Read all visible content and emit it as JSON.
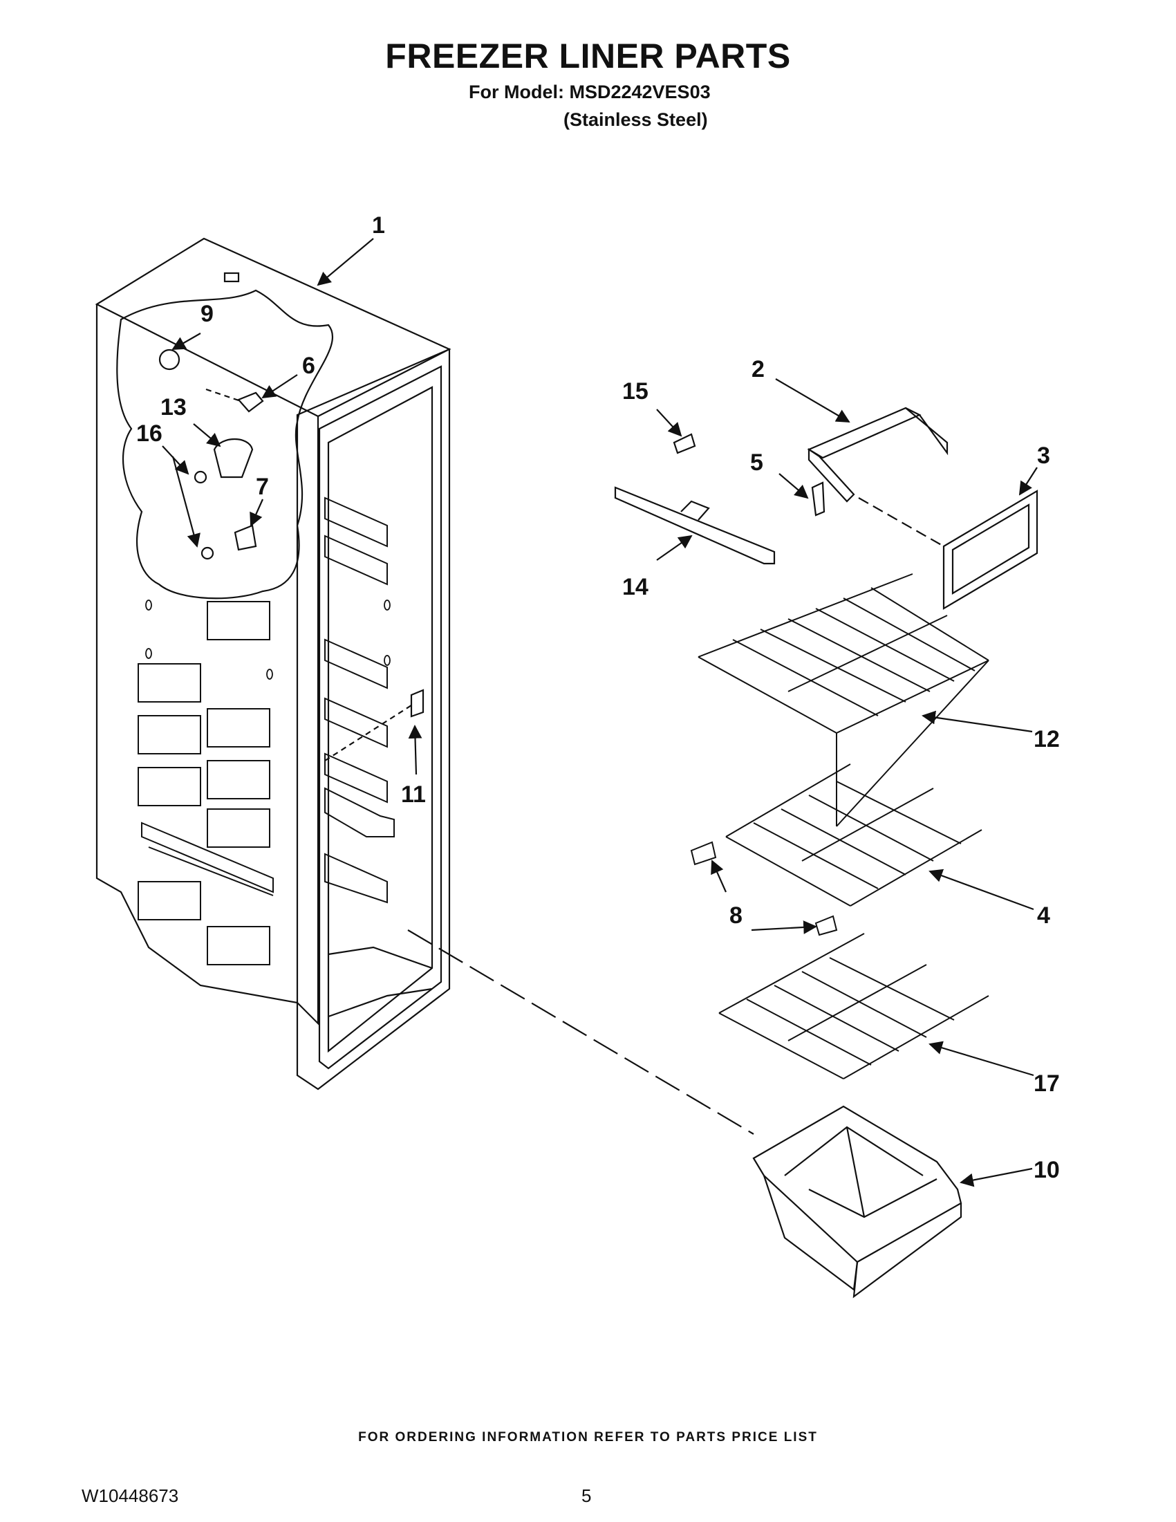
{
  "header": {
    "title": "FREEZER LINER PARTS",
    "model_line": "For Model: MSD2242VES03",
    "variant_line": "(Stainless Steel)"
  },
  "callouts": [
    "1",
    "2",
    "3",
    "4",
    "5",
    "6",
    "7",
    "8",
    "9",
    "10",
    "11",
    "12",
    "13",
    "14",
    "15",
    "16",
    "17"
  ],
  "footer": {
    "ordering_note": "FOR ORDERING INFORMATION REFER TO PARTS PRICE LIST",
    "document_number": "W10448673",
    "page_number": "5"
  }
}
